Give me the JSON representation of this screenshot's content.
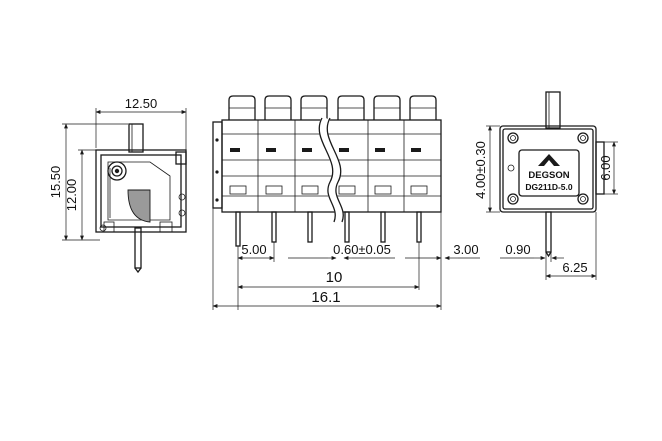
{
  "views": {
    "side": {
      "dimensions": {
        "width": "12.50",
        "height_total": "15.50",
        "height_body": "12.00"
      }
    },
    "front": {
      "dimensions": {
        "pin_offset": "5.00",
        "pin_width": "0.60±0.05",
        "end_offset": "3.00",
        "pitch_span": "10",
        "total_length": "16.1"
      }
    },
    "rear": {
      "brand_name": "DEGSON",
      "model_number": "DG211D-5.0",
      "dimensions": {
        "height": "4.00±0.30",
        "label_height": "6.00",
        "pin_thickness": "0.90",
        "offset": "6.25"
      }
    }
  }
}
